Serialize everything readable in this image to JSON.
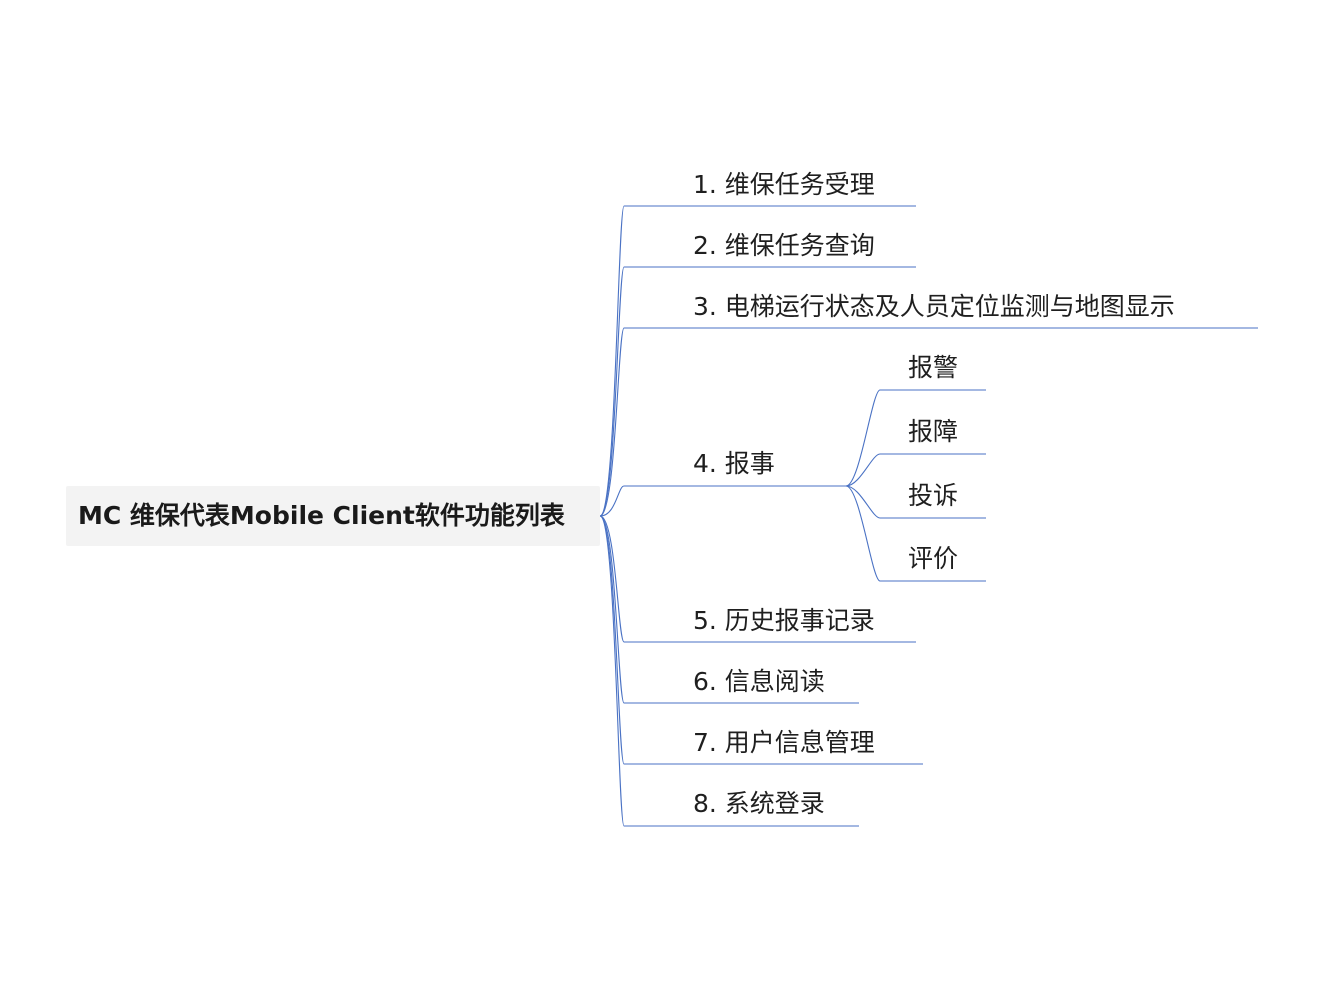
{
  "root": {
    "label": "MC 维保代表Mobile Client软件功能列表"
  },
  "branches": [
    {
      "label": "1. 维保任务受理"
    },
    {
      "label": "2. 维保任务查询"
    },
    {
      "label": "3. 电梯运行状态及人员定位监测与地图显示"
    },
    {
      "label": "4. 报事",
      "children": [
        {
          "label": "报警"
        },
        {
          "label": "报障"
        },
        {
          "label": "投诉"
        },
        {
          "label": "评价"
        }
      ]
    },
    {
      "label": "5. 历史报事记录"
    },
    {
      "label": "6. 信息阅读"
    },
    {
      "label": "7.  用户信息管理"
    },
    {
      "label": "8. 系统登录"
    }
  ],
  "colors": {
    "line": "#4a72c4",
    "root_bg": "#f3f3f3",
    "text": "#1f1f1f"
  }
}
